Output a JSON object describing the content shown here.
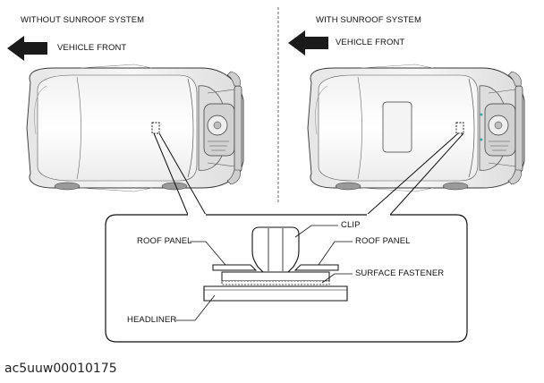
{
  "left_panel": {
    "title": "WITHOUT SUNROOF SYSTEM",
    "direction_label": "VEHICLE FRONT"
  },
  "right_panel": {
    "title": "WITH SUNROOF SYSTEM",
    "direction_label": "VEHICLE FRONT"
  },
  "detail": {
    "labels": {
      "clip": "CLIP",
      "roof_panel_left": "ROOF PANEL",
      "roof_panel_right": "ROOF PANEL",
      "surface_fastener": "SURFACE FASTENER",
      "headliner": "HEADLINER"
    }
  },
  "document_id": "ac5uuw00010175"
}
